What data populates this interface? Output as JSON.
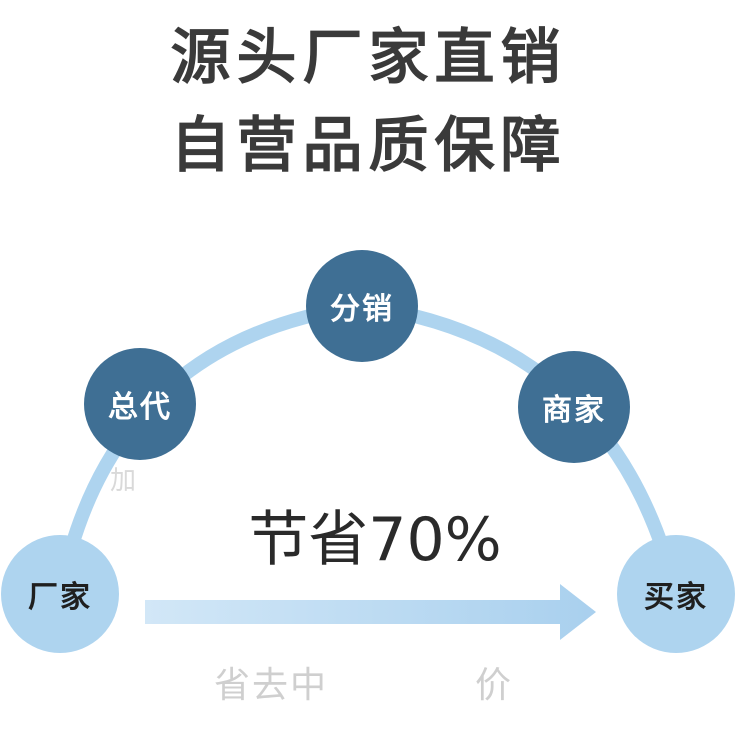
{
  "title": {
    "line1": "源头厂家直销",
    "line2": "自营品质保障"
  },
  "nodes": {
    "zongdai": "总代",
    "fenxiao": "分销",
    "shangjia": "商家",
    "changjia": "厂家",
    "maijia": "买家"
  },
  "savings_label": "节省70%",
  "faded_text": {
    "left": "加",
    "bottom_left": "省去中",
    "bottom_right": "价"
  },
  "colors": {
    "arc": "#aed4ef",
    "dark_node": "#3f6f94",
    "light_node": "#aed4ef",
    "arrow": "#b8d9f2"
  }
}
